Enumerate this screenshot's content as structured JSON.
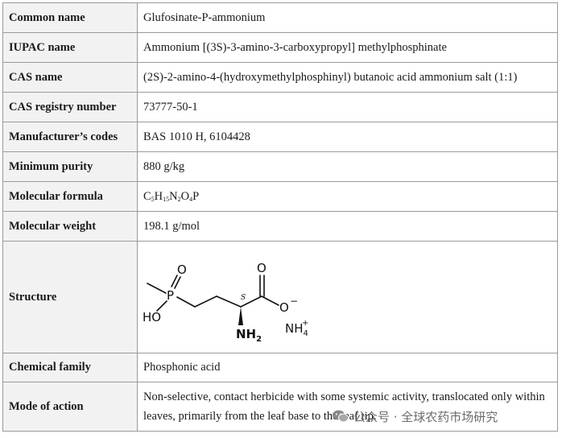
{
  "rows": [
    {
      "key": "Common name",
      "value": "Glufosinate-P-ammonium"
    },
    {
      "key": "IUPAC name",
      "value": "Ammonium [(3S)-3-amino-3-carboxypropyl] methylphosphinate"
    },
    {
      "key": "CAS name",
      "value": "(2S)-2-amino-4-(hydroxymethylphosphinyl) butanoic acid ammonium salt (1:1)"
    },
    {
      "key": "CAS registry number",
      "value": "73777-50-1"
    },
    {
      "key": "Manufacturer’s codes",
      "value": "BAS 1010 H, 6104428"
    },
    {
      "key": "Minimum purity",
      "value": "880 g/kg"
    },
    {
      "key": "Molecular formula",
      "value": "C5H15N2O4P"
    },
    {
      "key": "Molecular weight",
      "value": "198.1 g/mol"
    },
    {
      "key": "Structure",
      "value": ""
    },
    {
      "key": "Chemical family",
      "value": "Phosphonic acid"
    },
    {
      "key": "Mode of action",
      "value": "Non-selective, contact herbicide with some systemic activity, translocated only within leaves, primarily from the leaf base to the leaf tip."
    }
  ],
  "formula_parts": {
    "c": "C",
    "c_n": "5",
    "h": "H",
    "h_n": "15",
    "n": "N",
    "n_n": "2",
    "o": "O",
    "o_n": "4",
    "p": "P"
  },
  "structure_labels": {
    "o_top": "O",
    "p": "P",
    "ho": "HO",
    "s": "S",
    "o_right_top": "O",
    "o_minus": "O",
    "minus": "−",
    "nh2": "NH",
    "nh2_sub": "2",
    "nh4": "NH",
    "nh4_sub": "4",
    "nh4_sup": "+"
  },
  "watermark": {
    "text": "公众号 · 全球农药市场研究",
    "icon": "wechat-icon"
  }
}
